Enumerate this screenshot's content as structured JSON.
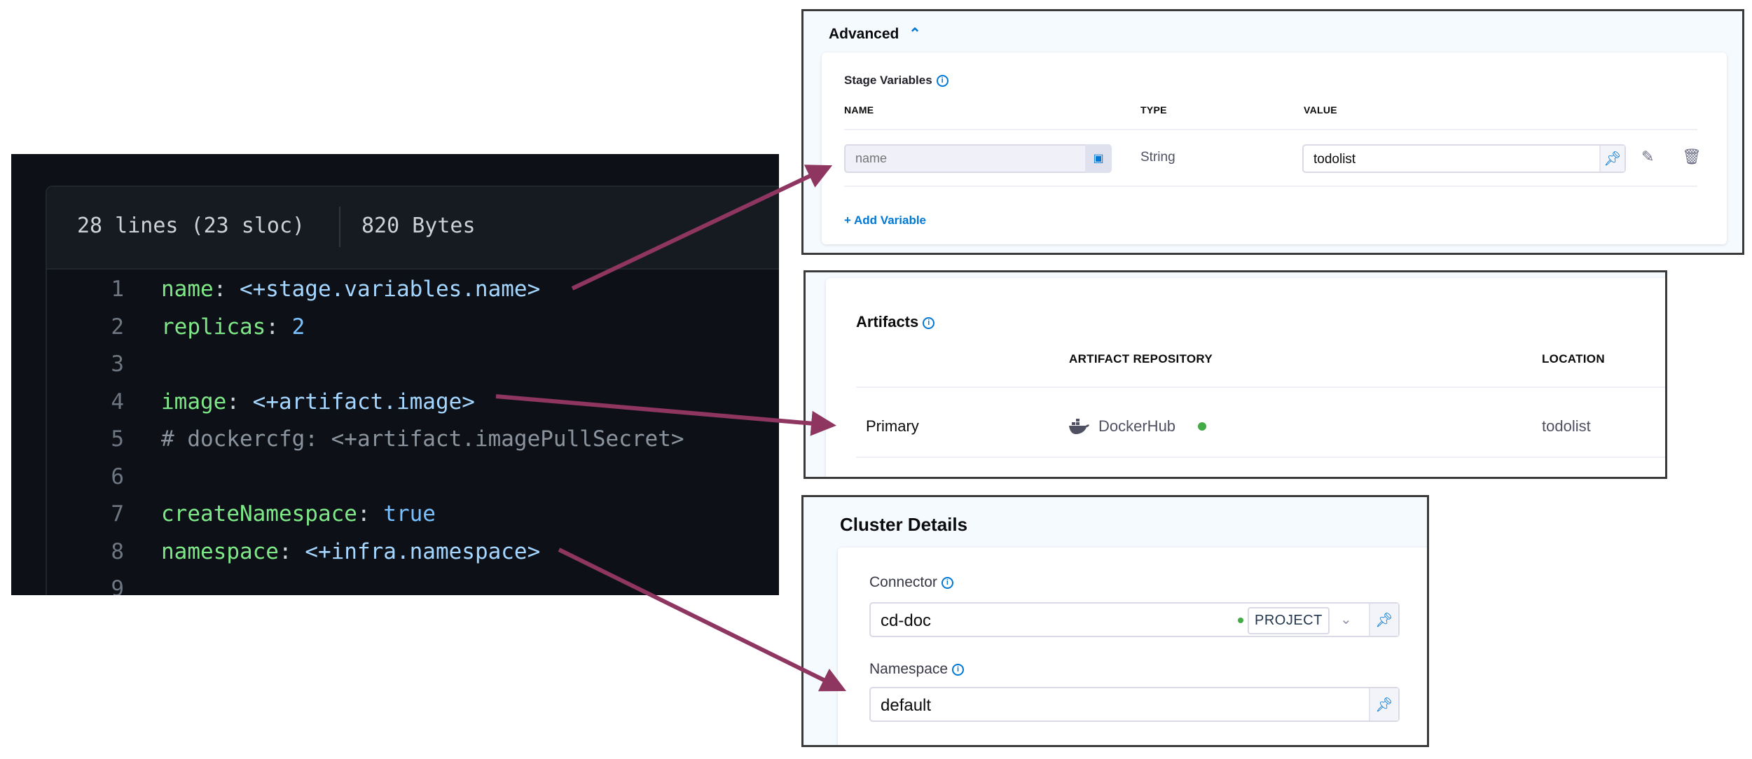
{
  "code_view": {
    "lines_info": "28 lines (23 sloc)",
    "size": "820 Bytes",
    "lines": [
      {
        "num": "1",
        "key": "name",
        "sep": ": ",
        "value": "<+stage.variables.name>",
        "kind": "v"
      },
      {
        "num": "2",
        "key": "replicas",
        "sep": ": ",
        "value": "2",
        "kind": "n"
      },
      {
        "num": "3",
        "key": "",
        "sep": "",
        "value": "",
        "kind": "v"
      },
      {
        "num": "4",
        "key": "image",
        "sep": ": ",
        "value": "<+artifact.image>",
        "kind": "v"
      },
      {
        "num": "5",
        "key": "",
        "sep": "",
        "value": "# dockercfg: <+artifact.imagePullSecret>",
        "kind": "c"
      },
      {
        "num": "6",
        "key": "",
        "sep": "",
        "value": "",
        "kind": "v"
      },
      {
        "num": "7",
        "key": "createNamespace",
        "sep": ": ",
        "value": "true",
        "kind": "n"
      },
      {
        "num": "8",
        "key": "namespace",
        "sep": ": ",
        "value": "<+infra.namespace>",
        "kind": "v"
      },
      {
        "num": "9",
        "key": "",
        "sep": "",
        "value": "",
        "kind": "v"
      }
    ]
  },
  "advanced": {
    "title": "Advanced",
    "section_title": "Stage Variables",
    "columns": [
      "NAME",
      "TYPE",
      "VALUE"
    ],
    "row": {
      "name_placeholder": "name",
      "type": "String",
      "value": "todolist"
    },
    "add_label": "+ Add Variable"
  },
  "artifacts": {
    "title": "Artifacts",
    "columns": [
      "ARTIFACT REPOSITORY",
      "LOCATION"
    ],
    "row": {
      "name": "Primary",
      "repository": "DockerHub",
      "location": "todolist",
      "status_color": "#42ab45"
    }
  },
  "cluster": {
    "title": "Cluster Details",
    "connector_label": "Connector",
    "connector_value": "cd-doc",
    "connector_scope": "PROJECT",
    "namespace_label": "Namespace",
    "namespace_value": "default"
  },
  "colors": {
    "accent": "#0278d5",
    "arrow": "#8e3560"
  }
}
